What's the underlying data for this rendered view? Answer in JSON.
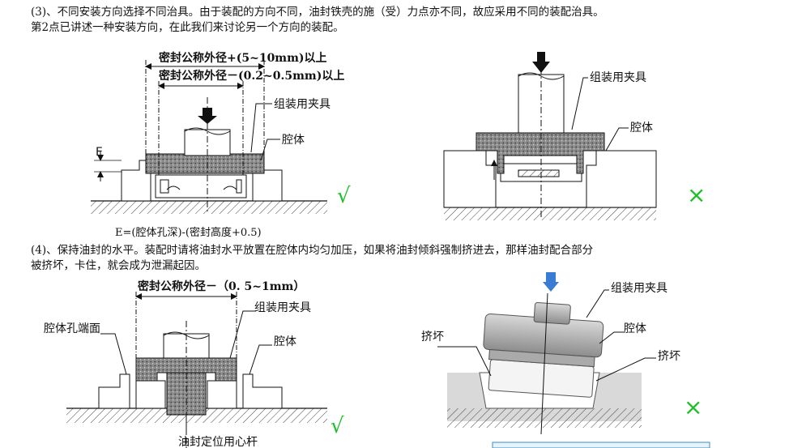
{
  "section3": {
    "line1": "(3)、不同安装方向选择不同治具。由于装配的方向不同，油封铁壳的施（受）力点亦不同，故应采用不同的装配治具。",
    "line2": "第2点已讲述一种安装方向，在此我们来讨论另一个方向的装配。"
  },
  "section4": {
    "line1": "(4)、保持油封的水平。装配时请将油封水平放置在腔体内均匀加压，如果将油封倾斜强制挤进去，那样油封配合部分",
    "line2": "被挤坏，卡住，就会成为泄漏起因。"
  },
  "fig1": {
    "dim1": "密封公称外径+(5~10mm)以上",
    "dim2": "密封公称外径－(0.2~0.5mm)以上",
    "label_fixture": "组装用夹具",
    "label_cavity": "腔体",
    "label_e": "E",
    "formula": "E=(腔体孔深)-(密封高度+0.5)",
    "mark": "√"
  },
  "fig2": {
    "label_fixture": "组装用夹具",
    "label_cavity": "腔体",
    "mark": "×"
  },
  "fig3": {
    "dim": "密封公称外径－（0. 5~1mm）",
    "label_end_face": "腔体孔端面",
    "label_fixture": "组装用夹具",
    "label_cavity": "腔体",
    "label_pin": "油封定位用心杆",
    "mark": "√"
  },
  "fig4": {
    "label_fixture": "组装用夹具",
    "label_cavity": "腔体",
    "label_crush_left": "挤坏",
    "label_crush_right": "挤坏",
    "mark": "×"
  }
}
